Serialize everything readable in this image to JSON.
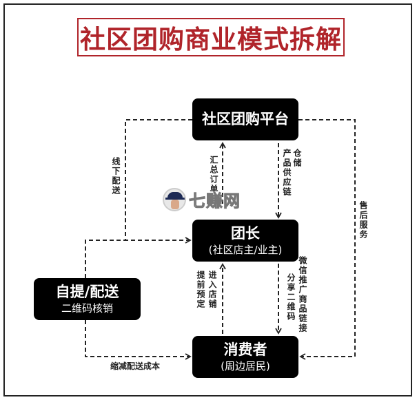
{
  "title": "社区团购商业模式拆解",
  "colors": {
    "title_red": "#b0242a",
    "node_bg": "#000000",
    "node_text": "#ffffff",
    "line": "#222222"
  },
  "nodes": {
    "platform": {
      "main": "社区团购平台"
    },
    "leader": {
      "main": "团长",
      "sub": "(社区店主/业主)"
    },
    "pickup": {
      "main": "自提/配送",
      "sub": "二维码核销"
    },
    "consumer": {
      "main": "消费者",
      "sub": "(周边居民)"
    }
  },
  "edges": {
    "offline_delivery": "线下配送",
    "aggregate_orders": "汇总订单",
    "warehouse": "仓储",
    "supply_chain": "产品供应链",
    "after_sales": "售后服务",
    "advance_order": "提前预定",
    "enter_store": "进入店铺",
    "share_qr": "分享二维码",
    "wechat_promo": "微信推广商品链接",
    "reduce_cost": "缩减配送成本"
  },
  "watermark": {
    "text": "七赚网",
    "icon": "avatar-icon"
  }
}
